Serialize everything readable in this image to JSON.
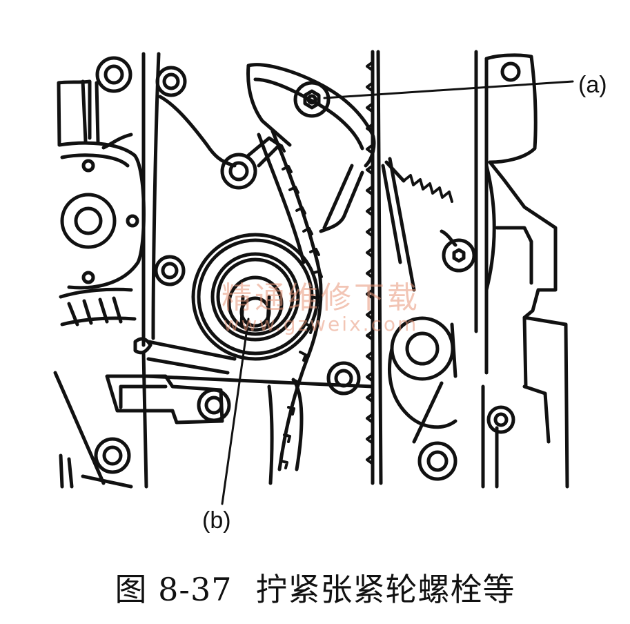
{
  "labels": {
    "a": "(a)",
    "b": "(b)"
  },
  "caption": {
    "figure_number": "图 8-37",
    "title": "拧紧张紧轮螺栓等"
  },
  "watermark": {
    "text": "精通维修下载",
    "url": "www.gzweix.com"
  },
  "colors": {
    "ink": "#111111",
    "watermark": "#e89678"
  }
}
